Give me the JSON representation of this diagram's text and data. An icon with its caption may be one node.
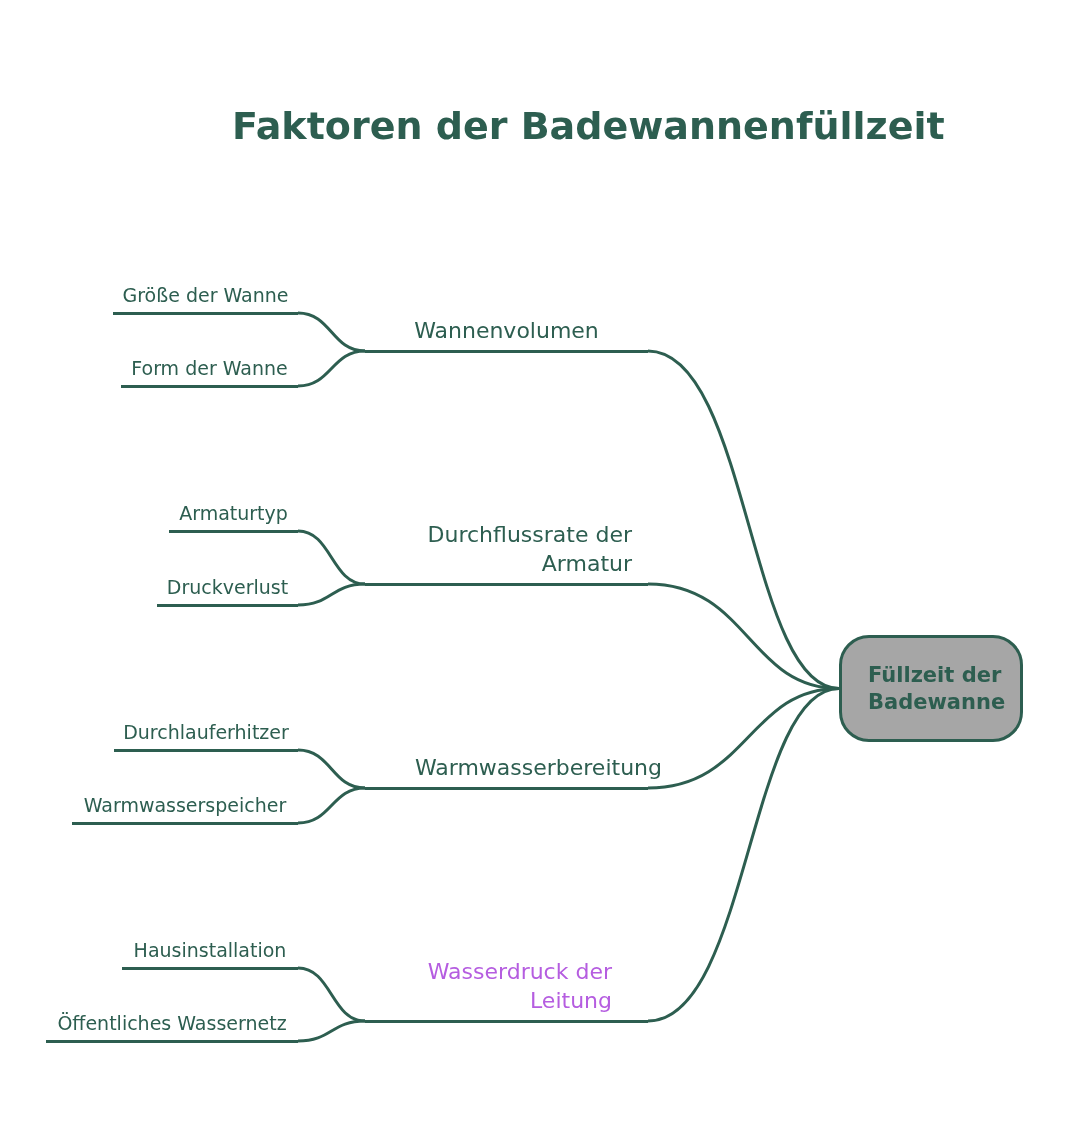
{
  "diagram": {
    "title": "Faktoren der Badewannenfüllzeit",
    "nodes": [
      {
        "text": [
          "Füllzeit der Badewanne"
        ]
      },
      {
        "text": [
          "Wannenvolumen"
        ]
      },
      {
        "text": [
          "Größe der Wanne"
        ]
      },
      {
        "text": [
          "Form der Wanne"
        ]
      },
      {
        "text": [
          "Durchflussrate der Armatur"
        ]
      },
      {
        "text": [
          "Armaturtyp"
        ]
      },
      {
        "text": [
          "Druckverlust"
        ]
      },
      {
        "text": [
          "Warmwasserbereitung"
        ]
      },
      {
        "text": [
          "Durchlauferhitzer"
        ]
      },
      {
        "text": [
          "Warmwasserspeicher"
        ]
      },
      {
        "text": [
          "Wasserdruck der Leitung"
        ]
      },
      {
        "text": [
          "Hausinstallation"
        ]
      },
      {
        "text": [
          "Öffentliches Wassernetz"
        ]
      }
    ],
    "edges": [
      {
        "from": 0,
        "to": 1,
        "arrow": "none"
      },
      {
        "from": 1,
        "to": 2,
        "arrow": "none"
      },
      {
        "from": 1,
        "to": 3,
        "arrow": "none"
      },
      {
        "from": 0,
        "to": 4,
        "arrow": "none"
      },
      {
        "from": 4,
        "to": 5,
        "arrow": "none"
      },
      {
        "from": 4,
        "to": 6,
        "arrow": "none"
      },
      {
        "from": 0,
        "to": 7,
        "arrow": "none"
      },
      {
        "from": 7,
        "to": 8,
        "arrow": "none"
      },
      {
        "from": 7,
        "to": 9,
        "arrow": "none"
      },
      {
        "from": 0,
        "to": 10,
        "arrow": "none"
      },
      {
        "from": 10,
        "to": 11,
        "arrow": "none"
      },
      {
        "from": 10,
        "to": 12,
        "arrow": "none"
      }
    ]
  }
}
